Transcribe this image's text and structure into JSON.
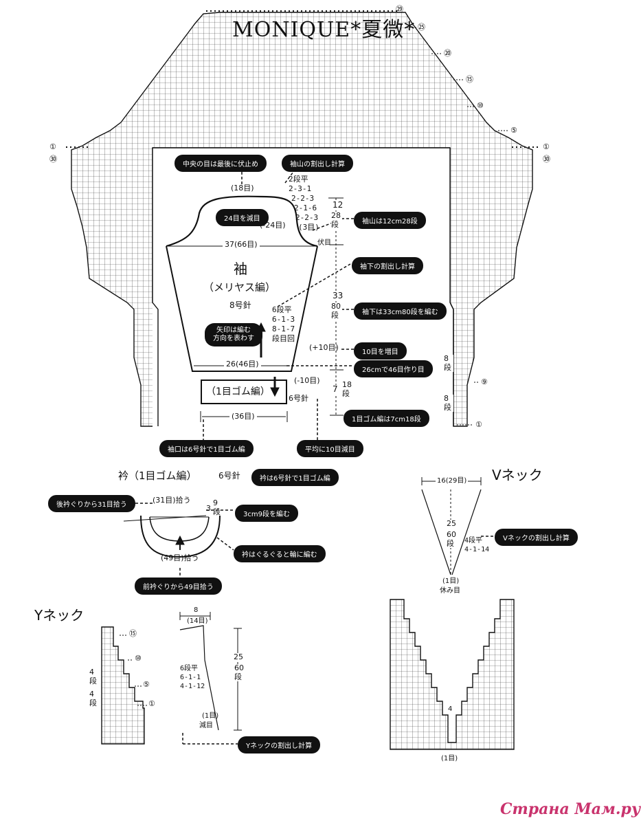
{
  "title": "MONIQUE*夏微*",
  "watermark": "Страна Мам.ру",
  "yoke": {
    "row_marks": [
      "㉙",
      "㉕",
      "⑳",
      "⑮",
      "⑩",
      "⑤",
      "①",
      "㉚",
      "①",
      "㉚"
    ]
  },
  "sleeve": {
    "name": "袖",
    "stitch": "（メリヤス編）",
    "needle": "8号針",
    "cuff_label": "（1目ゴム編）",
    "cuff_needle": "6号針",
    "top_count": "(18目)",
    "reduce_note": "(-24目)",
    "width_top": "37(66目)",
    "bind_off": "伏目",
    "width_bottom": "26(46目)",
    "cuff_count": "(36目)",
    "increase": "(+10目)",
    "decrease": "(-10目)",
    "cap_calc": [
      "2段平",
      "2-3-1",
      "2-2-3",
      "2-1-6",
      "2-2-3",
      "(3目)"
    ],
    "side_calc": [
      "6段平",
      "6-1-3",
      "8-1-7",
      "段目回"
    ],
    "cap_height": "12",
    "cap_rows": "28段",
    "body_height": "33",
    "body_rows": "80段",
    "cuff_height": "7",
    "cuff_rows": "18段",
    "side_rows_a": "8段",
    "side_rows_b": "8段",
    "mark_9": "⑨",
    "mark_1": "①"
  },
  "notes": {
    "center_bind": "中央の目は最後に伏止め",
    "cap_calc": "袖山の割出し計算",
    "reduce_24": "24目を減目",
    "cap_size": "袖山は12cm28段",
    "side_calc": "袖下の割出し計算",
    "side_size": "袖下は33cm80段を編む",
    "arrow": "矢印は編む\n方向を表わす",
    "inc_10": "10目を増目",
    "cast_on": "26cmで46目作り目",
    "rib_size": "1目ゴム編は7cm18段",
    "cuff_rib": "袖口は6号針で1目ゴム編",
    "dec_10": "平均に10目減目"
  },
  "collar": {
    "title": "衿（1目ゴム編）",
    "needle": "6号針",
    "note_needle": "衿は6号針で1目ゴム編",
    "back_pick": "後衿ぐりから31目拾う",
    "back_count": "(31目)拾う",
    "height": "3",
    "rows": "9段",
    "size": "3cm9段を編む",
    "round": "衿はぐるぐると輪に編む",
    "front_count": "(49目)拾う",
    "front_pick": "前衿ぐりから49目拾う"
  },
  "vneck": {
    "title": "Vネック",
    "width": "16(29目)",
    "height": "25",
    "rows": "60段",
    "calc": [
      "4段平",
      "4-1-14"
    ],
    "bottom": "(1目)",
    "rest": "休み目",
    "note": "Vネックの割出し計算",
    "chart_mark": "4",
    "chart_bottom": "(1目)"
  },
  "yneck": {
    "title": "Yネック",
    "marks": [
      "⑮",
      "⑩",
      "⑤",
      "①"
    ],
    "rows_a": "4段",
    "rows_b": "4段",
    "width": "8",
    "width_st": "(14目)",
    "height": "25",
    "rows": "60段",
    "calc": [
      "6段平",
      "6-1-1",
      "4-1-12"
    ],
    "bottom": "(1目)",
    "bottom2": "減目",
    "note": "Yネックの割出し計算"
  }
}
